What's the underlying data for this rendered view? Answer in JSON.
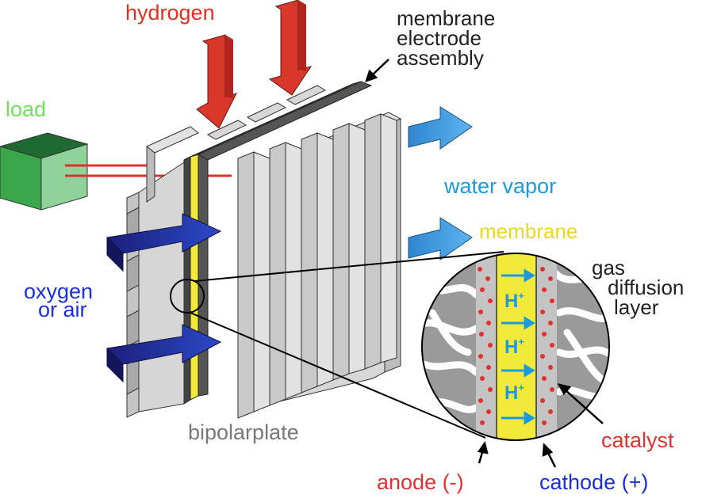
{
  "labels": {
    "hydrogen": "hydrogen",
    "mea_line1": "membrane",
    "mea_line2": "electrode",
    "mea_line3": "assembly",
    "load": "load",
    "water_vapor": "water vapor",
    "membrane": "membrane",
    "gdl_line1": "gas",
    "gdl_line2": "diffusion",
    "gdl_line3": "layer",
    "oxygen_line1": "oxygen",
    "oxygen_line2": "or air",
    "proton": "H",
    "proton_charge": "+",
    "catalyst": "catalyst",
    "bipolarplate": "bipolarplate",
    "anode": "anode (-)",
    "cathode": "cathode (+)"
  },
  "colors": {
    "hydrogen": "#e03020",
    "oxygen": "#1a2fd8",
    "water": "#1a9be0",
    "load_text": "#6ee05a",
    "membrane": "#f2ea3a",
    "membrane_text": "#e8d820",
    "catalyst": "#e03030",
    "plate": "#cfcfcf",
    "plate_dark": "#8a8a8a",
    "text": "#222222",
    "bipolar_text": "#777777"
  }
}
